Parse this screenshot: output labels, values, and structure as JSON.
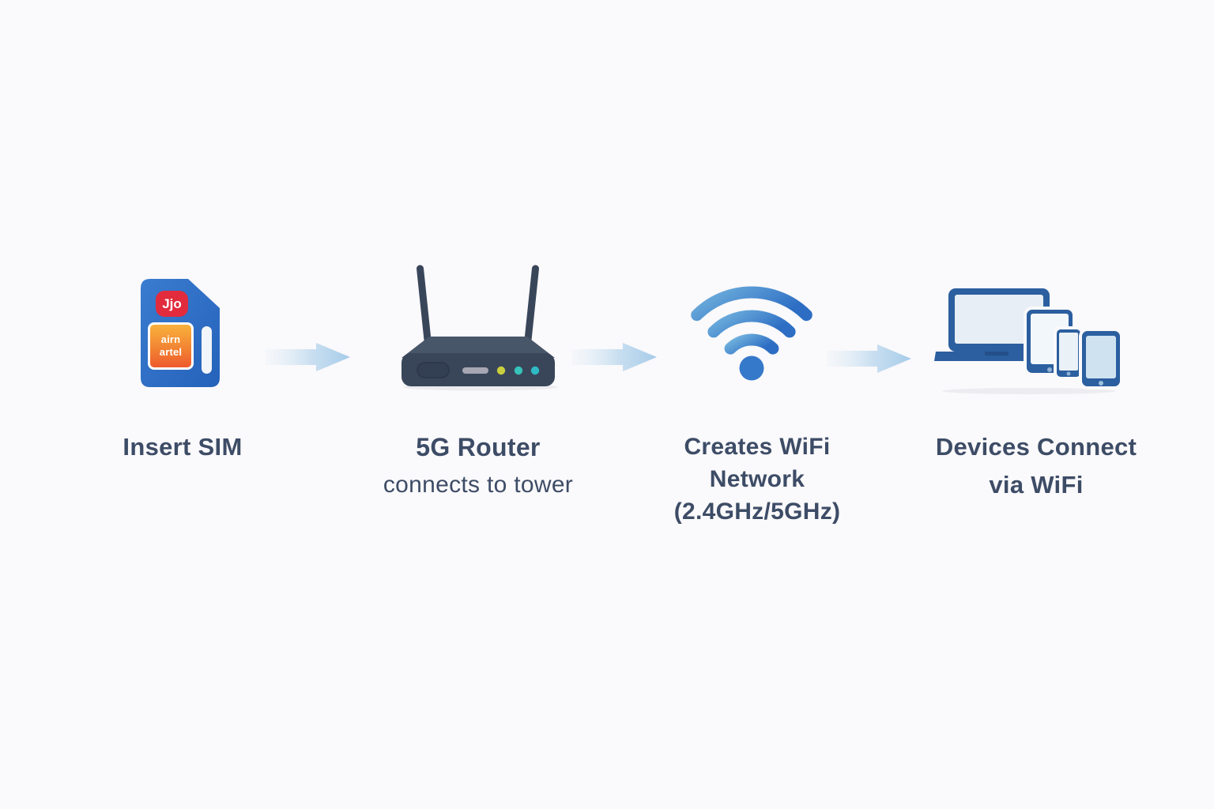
{
  "diagram": {
    "background": "#faf9fb",
    "text_color": "#3d4c66",
    "description": "4-step flow: SIM inserted into 5G router which creates a WiFi network that devices connect to"
  },
  "steps": [
    {
      "id": "insert-sim",
      "icon": "sim-card-icon",
      "lines": [
        "Insert SIM"
      ],
      "sim_badge_text": "Jjo",
      "sim_panel_line1": "airn",
      "sim_panel_line2": "artel"
    },
    {
      "id": "router",
      "icon": "router-icon",
      "lines": [
        "5G Router",
        "connects to tower"
      ]
    },
    {
      "id": "wifi",
      "icon": "wifi-signal-icon",
      "lines": [
        "Creates WiFi",
        "Network",
        "(2.4GHz/5GHz)"
      ]
    },
    {
      "id": "devices",
      "icon": "devices-icon",
      "lines": [
        "Devices Connect",
        "via WiFi"
      ]
    }
  ],
  "arrows": {
    "count": 3,
    "icon": "right-arrow-icon",
    "color": "#a5cbe9"
  },
  "colors": {
    "sim_blue": "#2e6fc6",
    "sim_badge_red": "#e22b3c",
    "sim_panel_orange_top": "#f9b13c",
    "sim_panel_orange_bottom": "#ee5a2d",
    "router_body": "#39465a",
    "router_top": "#485669",
    "led_yellow": "#c9cf3d",
    "led_teal": "#37c2ba",
    "wifi_blue_light": "#72b3de",
    "wifi_blue_dark": "#2d6ec4",
    "device_frame_blue": "#2b5f9f",
    "device_screen": "#e7eef5",
    "arrow_blue": "#a5cbe9",
    "text": "#3d4c66"
  }
}
